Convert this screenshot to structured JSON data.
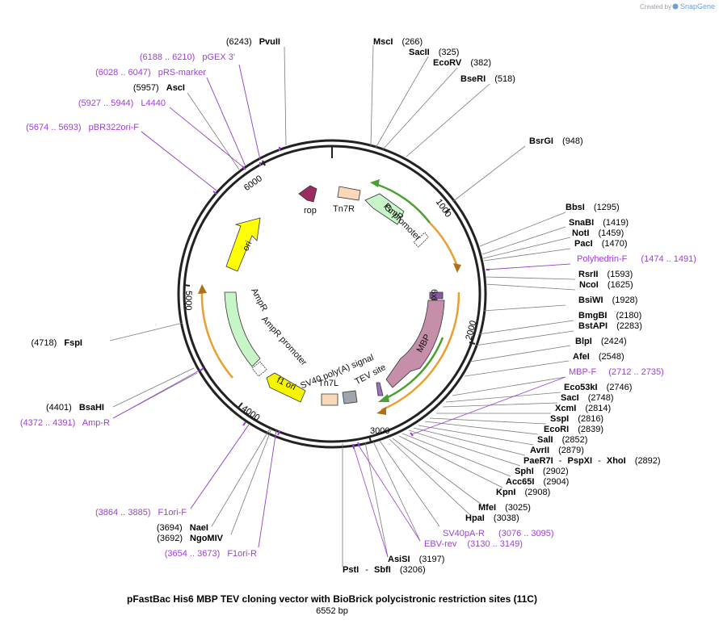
{
  "brand": {
    "created_by": "Created by",
    "name": "SnapGene"
  },
  "title": "pFastBac His6 MBP TEV cloning vector with BioBrick polycistronic restriction sites (11C)",
  "length_label": "6552 bp",
  "total_bp": 6552,
  "ticks": [
    {
      "label": "1000"
    },
    {
      "label": "2000"
    },
    {
      "label": "3000"
    },
    {
      "label": "4000"
    },
    {
      "label": "5000"
    },
    {
      "label": "6000"
    }
  ],
  "sites": [
    {
      "id": "pvuii",
      "name": "PvuII",
      "pos": "(6243)",
      "kind": "enzyme"
    },
    {
      "id": "pgex3",
      "name": "pGEX 3'",
      "pos": "(6188 .. 6210)",
      "kind": "primer"
    },
    {
      "id": "prs-marker",
      "name": "pRS-marker",
      "pos": "(6028 .. 6047)",
      "kind": "primer"
    },
    {
      "id": "asci",
      "name": "AscI",
      "pos": "(5957)",
      "kind": "enzyme"
    },
    {
      "id": "l4440",
      "name": "L4440",
      "pos": "(5927 .. 5944)",
      "kind": "primer"
    },
    {
      "id": "pbr322ori-f",
      "name": "pBR322ori-F",
      "pos": "(5674 .. 5693)",
      "kind": "primer"
    },
    {
      "id": "msci",
      "name": "MscI",
      "pos": "(266)",
      "kind": "enzyme"
    },
    {
      "id": "sacii",
      "name": "SacII",
      "pos": "(325)",
      "kind": "enzyme"
    },
    {
      "id": "ecorv",
      "name": "EcoRV",
      "pos": "(382)",
      "kind": "enzyme"
    },
    {
      "id": "bseri",
      "name": "BseRI",
      "pos": "(518)",
      "kind": "enzyme"
    },
    {
      "id": "bsrgi",
      "name": "BsrGI",
      "pos": "(948)",
      "kind": "enzyme"
    },
    {
      "id": "bbsi",
      "name": "BbsI",
      "pos": "(1295)",
      "kind": "enzyme"
    },
    {
      "id": "snabi",
      "name": "SnaBI",
      "pos": "(1419)",
      "kind": "enzyme"
    },
    {
      "id": "noti",
      "name": "NotI",
      "pos": "(1459)",
      "kind": "enzyme"
    },
    {
      "id": "paci",
      "name": "PacI",
      "pos": "(1470)",
      "kind": "enzyme"
    },
    {
      "id": "polyhedrin-f",
      "name": "Polyhedrin-F",
      "pos": "(1474 .. 1491)",
      "kind": "primer"
    },
    {
      "id": "rsrii",
      "name": "RsrII",
      "pos": "(1593)",
      "kind": "enzyme"
    },
    {
      "id": "ncoi",
      "name": "NcoI",
      "pos": "(1625)",
      "kind": "enzyme"
    },
    {
      "id": "bsiwi",
      "name": "BsiWI",
      "pos": "(1928)",
      "kind": "enzyme"
    },
    {
      "id": "bmgbi",
      "name": "BmgBI",
      "pos": "(2180)",
      "kind": "enzyme"
    },
    {
      "id": "bstapi",
      "name": "BstAPI",
      "pos": "(2283)",
      "kind": "enzyme"
    },
    {
      "id": "blpi",
      "name": "BlpI",
      "pos": "(2424)",
      "kind": "enzyme"
    },
    {
      "id": "afei",
      "name": "AfeI",
      "pos": "(2548)",
      "kind": "enzyme"
    },
    {
      "id": "mbp-f",
      "name": "MBP-F",
      "pos": "(2712 .. 2735)",
      "kind": "primer"
    },
    {
      "id": "eco53ki",
      "name": "Eco53kI",
      "pos": "(2746)",
      "kind": "enzyme"
    },
    {
      "id": "saci",
      "name": "SacI",
      "pos": "(2748)",
      "kind": "enzyme"
    },
    {
      "id": "xcmi",
      "name": "XcmI",
      "pos": "(2814)",
      "kind": "enzyme"
    },
    {
      "id": "sspi",
      "name": "SspI",
      "pos": "(2816)",
      "kind": "enzyme"
    },
    {
      "id": "ecori",
      "name": "EcoRI",
      "pos": "(2839)",
      "kind": "enzyme"
    },
    {
      "id": "sali",
      "name": "SalI",
      "pos": "(2852)",
      "kind": "enzyme"
    },
    {
      "id": "avrii",
      "name": "AvrII",
      "pos": "(2879)",
      "kind": "enzyme"
    },
    {
      "id": "paer7i",
      "name": "PaeR7I",
      "name2": "PspXI",
      "name3": "XhoI",
      "sep": "-",
      "pos": "(2892)",
      "kind": "enzyme"
    },
    {
      "id": "sphi",
      "name": "SphI",
      "pos": "(2902)",
      "kind": "enzyme"
    },
    {
      "id": "acc65i",
      "name": "Acc65I",
      "pos": "(2904)",
      "kind": "enzyme"
    },
    {
      "id": "kpni",
      "name": "KpnI",
      "pos": "(2908)",
      "kind": "enzyme"
    },
    {
      "id": "mfei",
      "name": "MfeI",
      "pos": "(3025)",
      "kind": "enzyme"
    },
    {
      "id": "hpai",
      "name": "HpaI",
      "pos": "(3038)",
      "kind": "enzyme"
    },
    {
      "id": "sv40pa-r",
      "name": "SV40pA-R",
      "pos": "(3076 .. 3095)",
      "kind": "primer"
    },
    {
      "id": "ebv-rev",
      "name": "EBV-rev",
      "pos": "(3130 .. 3149)",
      "kind": "primer"
    },
    {
      "id": "asisi",
      "name": "AsiSI",
      "pos": "(3197)",
      "kind": "enzyme"
    },
    {
      "id": "psti",
      "name": "PstI",
      "name2": "SbfI",
      "sep": "-",
      "pos": "(3206)",
      "kind": "enzyme"
    },
    {
      "id": "fspi",
      "name": "FspI",
      "pos": "(4718)",
      "kind": "enzyme"
    },
    {
      "id": "bsahi",
      "name": "BsaHI",
      "pos": "(4401)",
      "kind": "enzyme"
    },
    {
      "id": "amp-r",
      "name": "Amp-R",
      "pos": "(4372 .. 4391)",
      "kind": "primer"
    },
    {
      "id": "f1ori-f",
      "name": "F1ori-F",
      "pos": "(3864 .. 3885)",
      "kind": "primer"
    },
    {
      "id": "naei",
      "name": "NaeI",
      "pos": "(3694)",
      "kind": "enzyme"
    },
    {
      "id": "ngomiv",
      "name": "NgoMIV",
      "pos": "(3692)",
      "kind": "enzyme"
    },
    {
      "id": "f1ori-r",
      "name": "F1ori-R",
      "pos": "(3654 .. 3673)",
      "kind": "primer"
    }
  ],
  "features": [
    {
      "id": "rop",
      "label": "rop",
      "color": "#9b2c5f"
    },
    {
      "id": "tn7r",
      "label": "Tn7R",
      "color": "#f8d8b8"
    },
    {
      "id": "gmr",
      "label": "GmR",
      "color": "#c8f5c8"
    },
    {
      "id": "pc-promoter",
      "label": "Pc promoter",
      "color": "#ffffff"
    },
    {
      "id": "his6",
      "label": "6xHis",
      "color": "#8a5aa0"
    },
    {
      "id": "mbp",
      "label": "MBP",
      "color": "#c58faa"
    },
    {
      "id": "tev",
      "label": "TEV site",
      "color": "#a070c0"
    },
    {
      "id": "sv40pa",
      "label": "SV40 poly(A) signal",
      "color": "#a0a4ad"
    },
    {
      "id": "tn7l",
      "label": "Tn7L",
      "color": "#f8d8b8"
    },
    {
      "id": "f1ori",
      "label": "f1 ori",
      "color": "#f5f500"
    },
    {
      "id": "ampr-promoter",
      "label": "AmpR promoter",
      "color": "#ffffff"
    },
    {
      "id": "ampr",
      "label": "AmpR",
      "color": "#c8f5c8"
    },
    {
      "id": "ori",
      "label": "ori",
      "color": "#ffff00"
    }
  ],
  "colors": {
    "enzyme": "#000000",
    "primer": "#9e3fd6",
    "backbone": "#222222",
    "orf": "#e89a2c"
  }
}
